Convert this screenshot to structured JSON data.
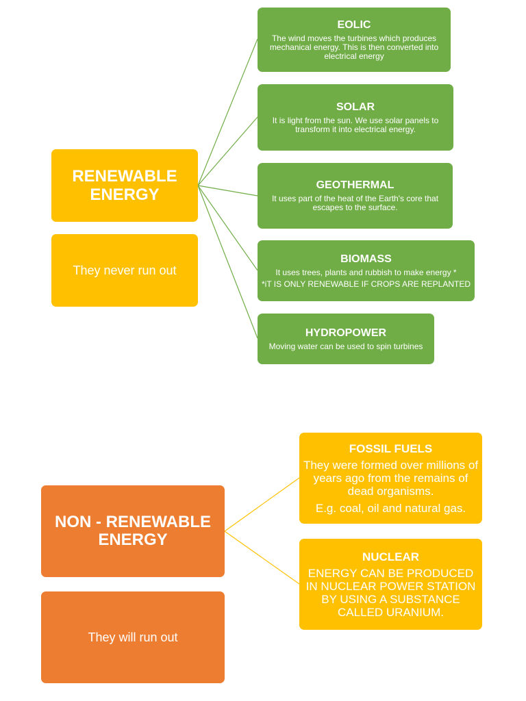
{
  "colors": {
    "green": "#70ad47",
    "amber": "#ffc000",
    "orange": "#ed7d31"
  },
  "renewable": {
    "title_line1": "RENEWABLE",
    "title_line2": "ENERGY",
    "note": "They never run out",
    "items": [
      {
        "title": "EOLIC",
        "text": "The wind moves  the turbines which produces mechanical energy. This is then converted into electrical energy"
      },
      {
        "title": "SOLAR",
        "text": "It is light from the sun. We use solar panels to transform it into electrical energy."
      },
      {
        "title": "GEOTHERMAL",
        "text": "It uses part of the heat of the Earth's core that escapes to the surface."
      },
      {
        "title": "BIOMASS",
        "text": "It uses trees, plants and rubbish to make energy *",
        "text2": "*iT IS ONLY RENEWABLE IF CROPS ARE REPLANTED"
      },
      {
        "title": "HYDROPOWER",
        "text": "Moving water can be used to spin turbines"
      }
    ]
  },
  "non_renewable": {
    "title_line1": "NON - RENEWABLE",
    "title_line2": "ENERGY",
    "note": "They will run out",
    "items": [
      {
        "title": "FOSSIL FUELS",
        "text": "They were formed over millions of years ago from the remains of dead organisms.",
        "text2": "E.g. coal, oil and natural gas."
      },
      {
        "title": "NUCLEAR",
        "text": "ENERGY CAN BE PRODUCED IN NUCLEAR POWER STATION BY USING A SUBSTANCE CALLED URANIUM."
      }
    ]
  }
}
